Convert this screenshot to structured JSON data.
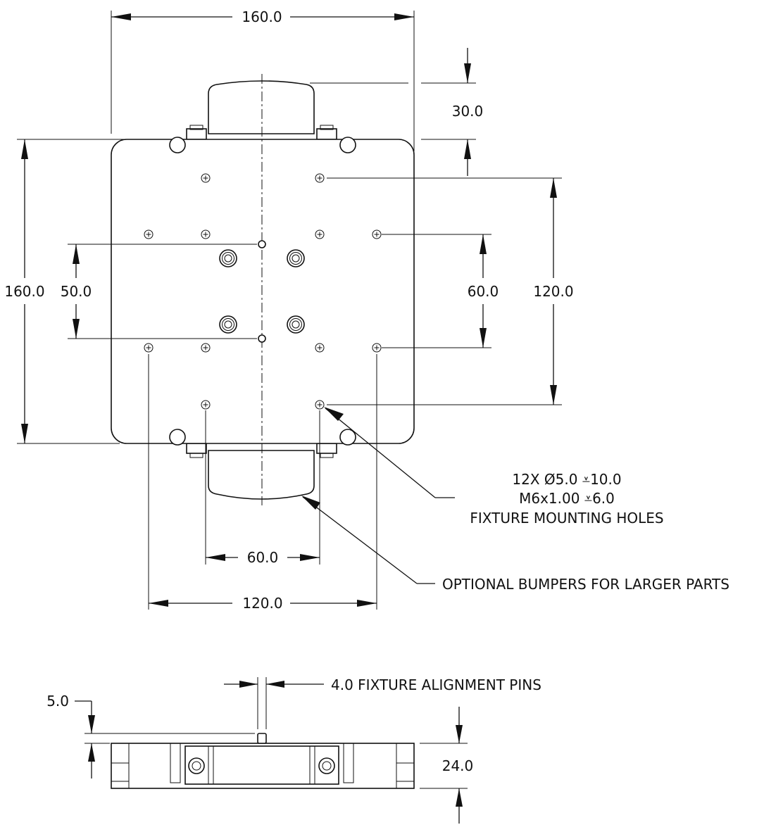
{
  "top_view": {
    "overall_width": "160.0",
    "overall_height": "160.0",
    "handle_extension": "30.0",
    "pin_spacing": "50.0",
    "inner_hole_spacing_vertical": "60.0",
    "outer_hole_spacing_vertical": "120.0",
    "inner_hole_spacing_horizontal": "60.0",
    "outer_hole_spacing_horizontal": "120.0"
  },
  "callouts": {
    "holes_line1": "12X Ø5.0 ⩡10.0",
    "holes_line2": "M6x1.00 ⩡6.0",
    "holes_line3": "FIXTURE MOUNTING HOLES",
    "bumpers": "OPTIONAL BUMPERS FOR LARGER PARTS"
  },
  "side_view": {
    "pin_label": "4.0 FIXTURE ALIGNMENT PINS",
    "pin_height": "5.0",
    "thickness": "24.0"
  }
}
